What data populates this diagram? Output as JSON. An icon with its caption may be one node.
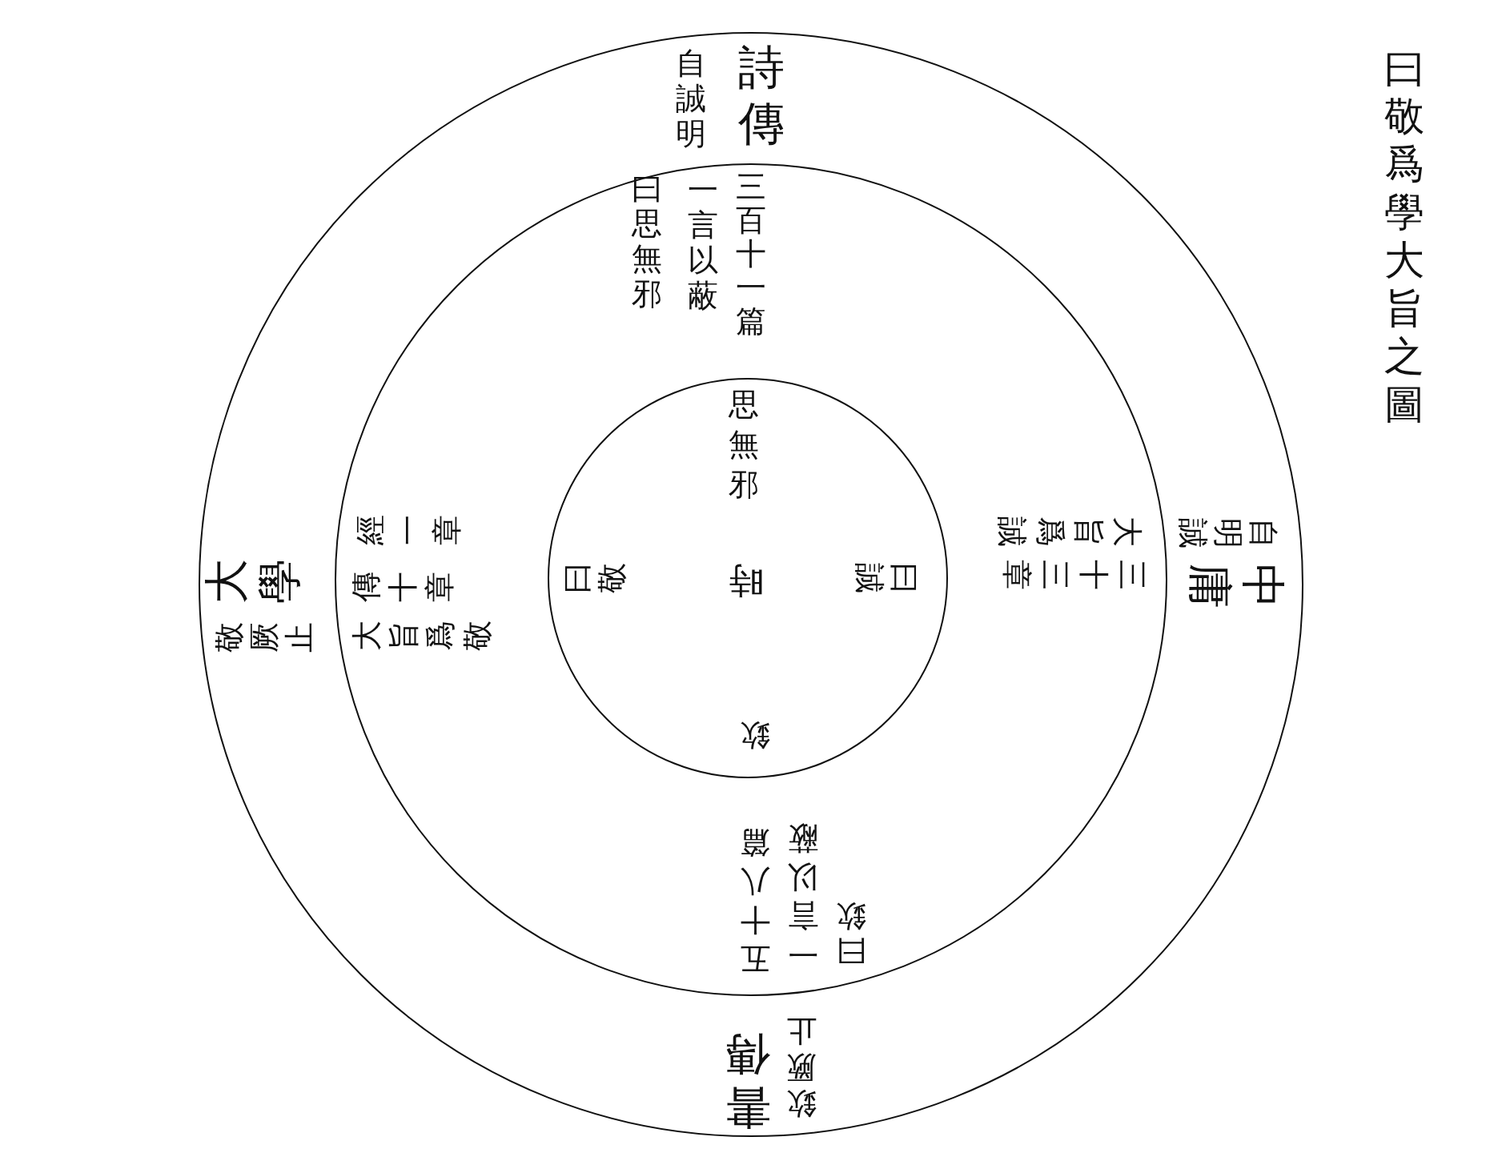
{
  "diagram": {
    "title": "曰敬爲學大旨之圖",
    "nodes": [
      {
        "text": [
          "詩傳",
          "自誠明",
          "中庸",
          "自明誠",
          "書傳",
          "欽厥止",
          "大學",
          "敬厥止"
        ]
      },
      {
        "text": [
          "三百十一篇",
          "一言以蔽",
          "曰思無邪",
          "三十三章",
          "大旨爲誠",
          "五十八篇",
          "一言以蔽",
          "曰欽",
          "經一章",
          "傳十章",
          "大旨爲敬"
        ],
        "in": 0
      },
      {
        "text": [
          "思無邪",
          "曰誠",
          "欽",
          "曰敬",
          "時"
        ],
        "in": 1
      }
    ]
  }
}
